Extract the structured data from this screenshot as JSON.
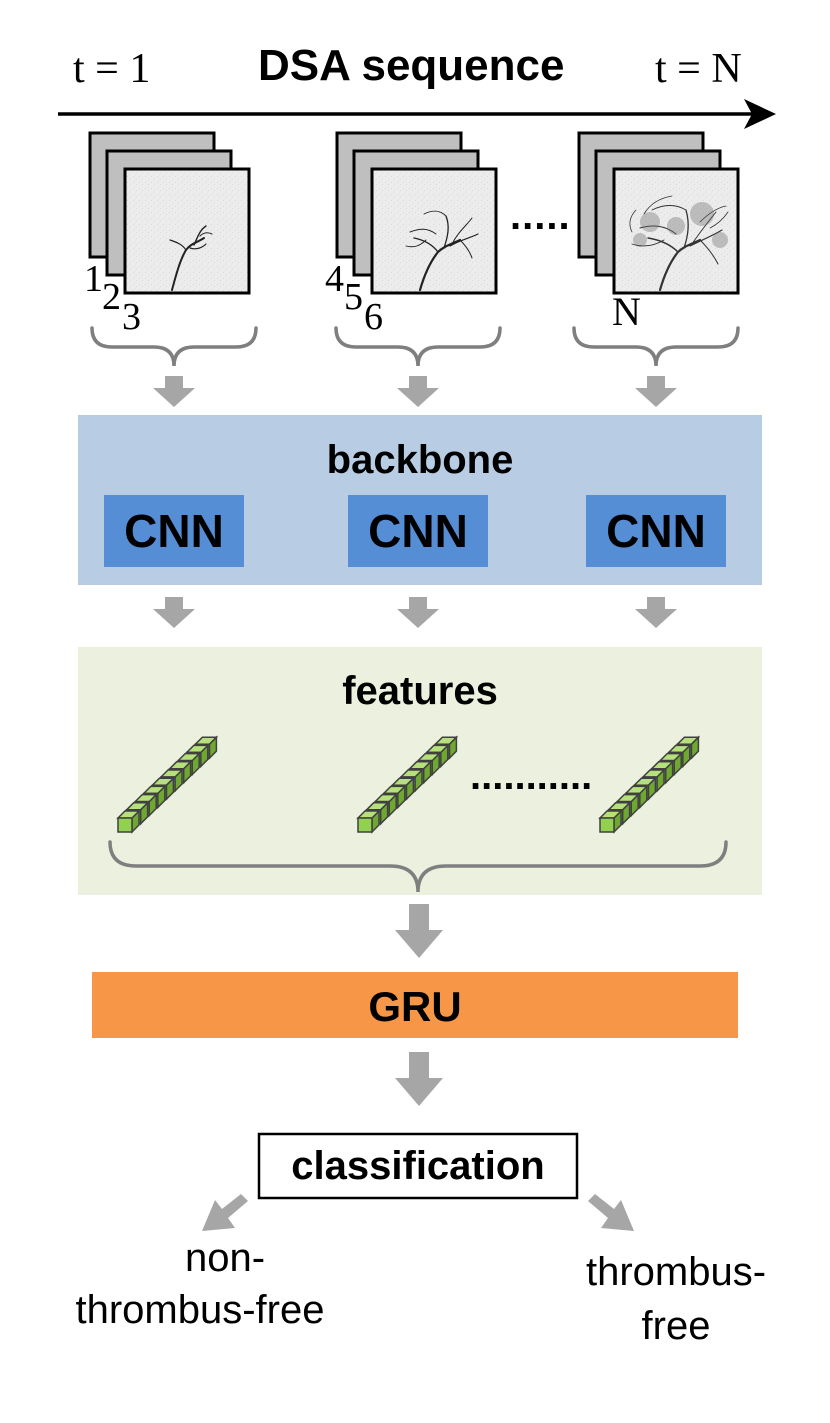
{
  "header": {
    "t_start": "t = 1",
    "title": "DSA sequence",
    "t_end": "t = N"
  },
  "frames": {
    "group1": [
      "1",
      "2",
      "3"
    ],
    "group2": [
      "4",
      "5",
      "6"
    ],
    "group3": [
      "N"
    ],
    "ellipsis": "....."
  },
  "backbone": {
    "label": "backbone",
    "cnn_labels": [
      "CNN",
      "CNN",
      "CNN"
    ]
  },
  "features": {
    "label": "features",
    "ellipsis": "..........."
  },
  "gru": {
    "label": "GRU"
  },
  "classification": {
    "label": "classification"
  },
  "outputs": {
    "left_line1": "non-",
    "left_line2": "thrombus-free",
    "right_line1": "thrombus-",
    "right_line2": "free"
  },
  "colors": {
    "backbone_bg": "#b8cce4",
    "cnn_box": "#558ed5",
    "features_bg": "#ebf1de",
    "gru_box": "#f79646",
    "feature_cube": "#92d050",
    "arrow_gray": "#a6a6a6",
    "brace_gray": "#7f7f7f",
    "frame_gray": "#bfbfbf"
  }
}
